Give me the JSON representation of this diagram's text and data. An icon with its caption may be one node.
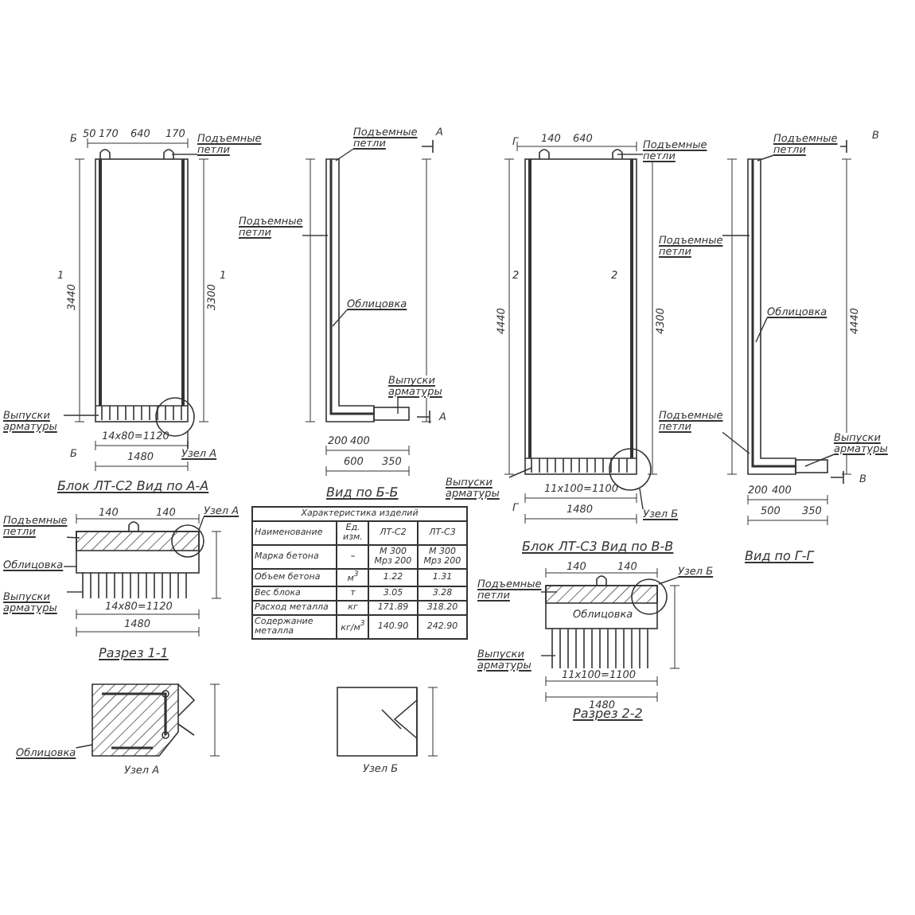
{
  "diagram": {
    "nodes": [
      {
        "text": [
          "Подъемные петли"
        ]
      },
      {
        "text": [
          "Выпуски арматуры"
        ]
      },
      {
        "text": [
          "Узел А"
        ]
      },
      {
        "text": [
          "Подъемные петли"
        ]
      },
      {
        "text": [
          "Подъемные петли"
        ]
      },
      {
        "text": [
          "Облицовка"
        ]
      },
      {
        "text": [
          "Выпуски арматуры"
        ]
      },
      {
        "text": [
          "Подъемные петли"
        ]
      },
      {
        "text": [
          "Выпуски арматуры"
        ]
      },
      {
        "text": [
          "Узел Б"
        ]
      },
      {
        "text": [
          "Подъемные петли"
        ]
      },
      {
        "text": [
          "Подъемные петли"
        ]
      },
      {
        "text": [
          "Облицовка"
        ]
      },
      {
        "text": [
          "Подъемные петли"
        ]
      },
      {
        "text": [
          "Выпуски арматуры"
        ]
      },
      {
        "text": [
          "Подъемные петли"
        ]
      },
      {
        "text": [
          "Облицовка"
        ]
      },
      {
        "text": [
          "Выпуски арматуры"
        ]
      },
      {
        "text": [
          "Узел А"
        ]
      },
      {
        "text": [
          "Подъемные петли"
        ]
      },
      {
        "text": [
          "Выпуски арматуры"
        ]
      },
      {
        "text": [
          "Узел Б"
        ]
      },
      {
        "text": [
          "Облицовка"
        ]
      },
      {
        "text": [],
        "shape": "picture"
      },
      {
        "text": [],
        "shape": "picture"
      },
      {
        "text": [],
        "shape": "picture"
      },
      {
        "text": [],
        "shape": "picture"
      },
      {
        "text": [],
        "shape": "picture"
      },
      {
        "text": [],
        "shape": "picture"
      },
      {
        "text": [],
        "shape": "picture"
      },
      {
        "text": [],
        "shape": "picture"
      }
    ],
    "edges": [
      {
        "from": 0,
        "to": 23,
        "arrow": "none"
      },
      {
        "from": 1,
        "to": 23,
        "arrow": "none"
      },
      {
        "from": 2,
        "to": 23,
        "arrow": "none"
      },
      {
        "from": 3,
        "to": 24,
        "arrow": "none"
      },
      {
        "from": 4,
        "to": 24,
        "arrow": "none"
      },
      {
        "from": 5,
        "to": 24,
        "arrow": "none"
      },
      {
        "from": 6,
        "to": 24,
        "arrow": "none"
      },
      {
        "from": 7,
        "to": 25,
        "arrow": "none"
      },
      {
        "from": 8,
        "to": 25,
        "arrow": "none"
      },
      {
        "from": 9,
        "to": 25,
        "arrow": "none"
      },
      {
        "from": 10,
        "to": 26,
        "arrow": "none"
      },
      {
        "from": 11,
        "to": 26,
        "arrow": "none"
      },
      {
        "from": 12,
        "to": 26,
        "arrow": "none"
      },
      {
        "from": 13,
        "to": 26,
        "arrow": "none"
      },
      {
        "from": 14,
        "to": 26,
        "arrow": "none"
      },
      {
        "from": 15,
        "to": 27,
        "arrow": "none"
      },
      {
        "from": 16,
        "to": 27,
        "arrow": "none"
      },
      {
        "from": 17,
        "to": 27,
        "arrow": "none"
      },
      {
        "from": 18,
        "to": 27,
        "arrow": "none"
      },
      {
        "from": 19,
        "to": 28,
        "arrow": "none"
      },
      {
        "from": 20,
        "to": 28,
        "arrow": "none"
      },
      {
        "from": 21,
        "to": 28,
        "arrow": "none"
      },
      {
        "from": 22,
        "to": 29,
        "arrow": "none"
      }
    ],
    "labels": [
      "Блок ЛТ-С2 Вид по А-А",
      "Вид по Б-Б",
      "Блок ЛТ-С3 Вид по В-В",
      "Вид по Г-Г",
      "Разрез 1-1",
      "Разрез 2-2",
      "Узел А",
      "Узел Б",
      "50",
      "170",
      "640",
      "170",
      "3440",
      "3300",
      "14х80=1120",
      "1480",
      "600",
      "350",
      "200",
      "400",
      "140",
      "640",
      "4440",
      "4300",
      "1480",
      "11х100=1100",
      "500",
      "350",
      "200",
      "400",
      "4440",
      "140",
      "140",
      "1480",
      "14х80=1120",
      "140",
      "140",
      "1480",
      "11х100=1100",
      "Характеристика изделий",
      "Наименование",
      "Ед. изм.",
      "ЛТ-С2",
      "ЛТ-С3",
      "Марка бетона",
      "–",
      "М 300 Мрз 200",
      "М 300 Мрз 200",
      "Объем бетона",
      "м$^{3}$",
      "1.22",
      "1.31",
      "Вес блока",
      "т",
      "3.05",
      "3.28",
      "Расход металла",
      "кг",
      "171.89",
      "318.20",
      "Содержание металла",
      "кг/м$^{3}$",
      "140.90",
      "242.90",
      "А",
      "А",
      "1",
      "1",
      "Б",
      "Б",
      "В",
      "В",
      "Г",
      "Г",
      "2",
      "2",
      "Облицовка"
    ]
  }
}
